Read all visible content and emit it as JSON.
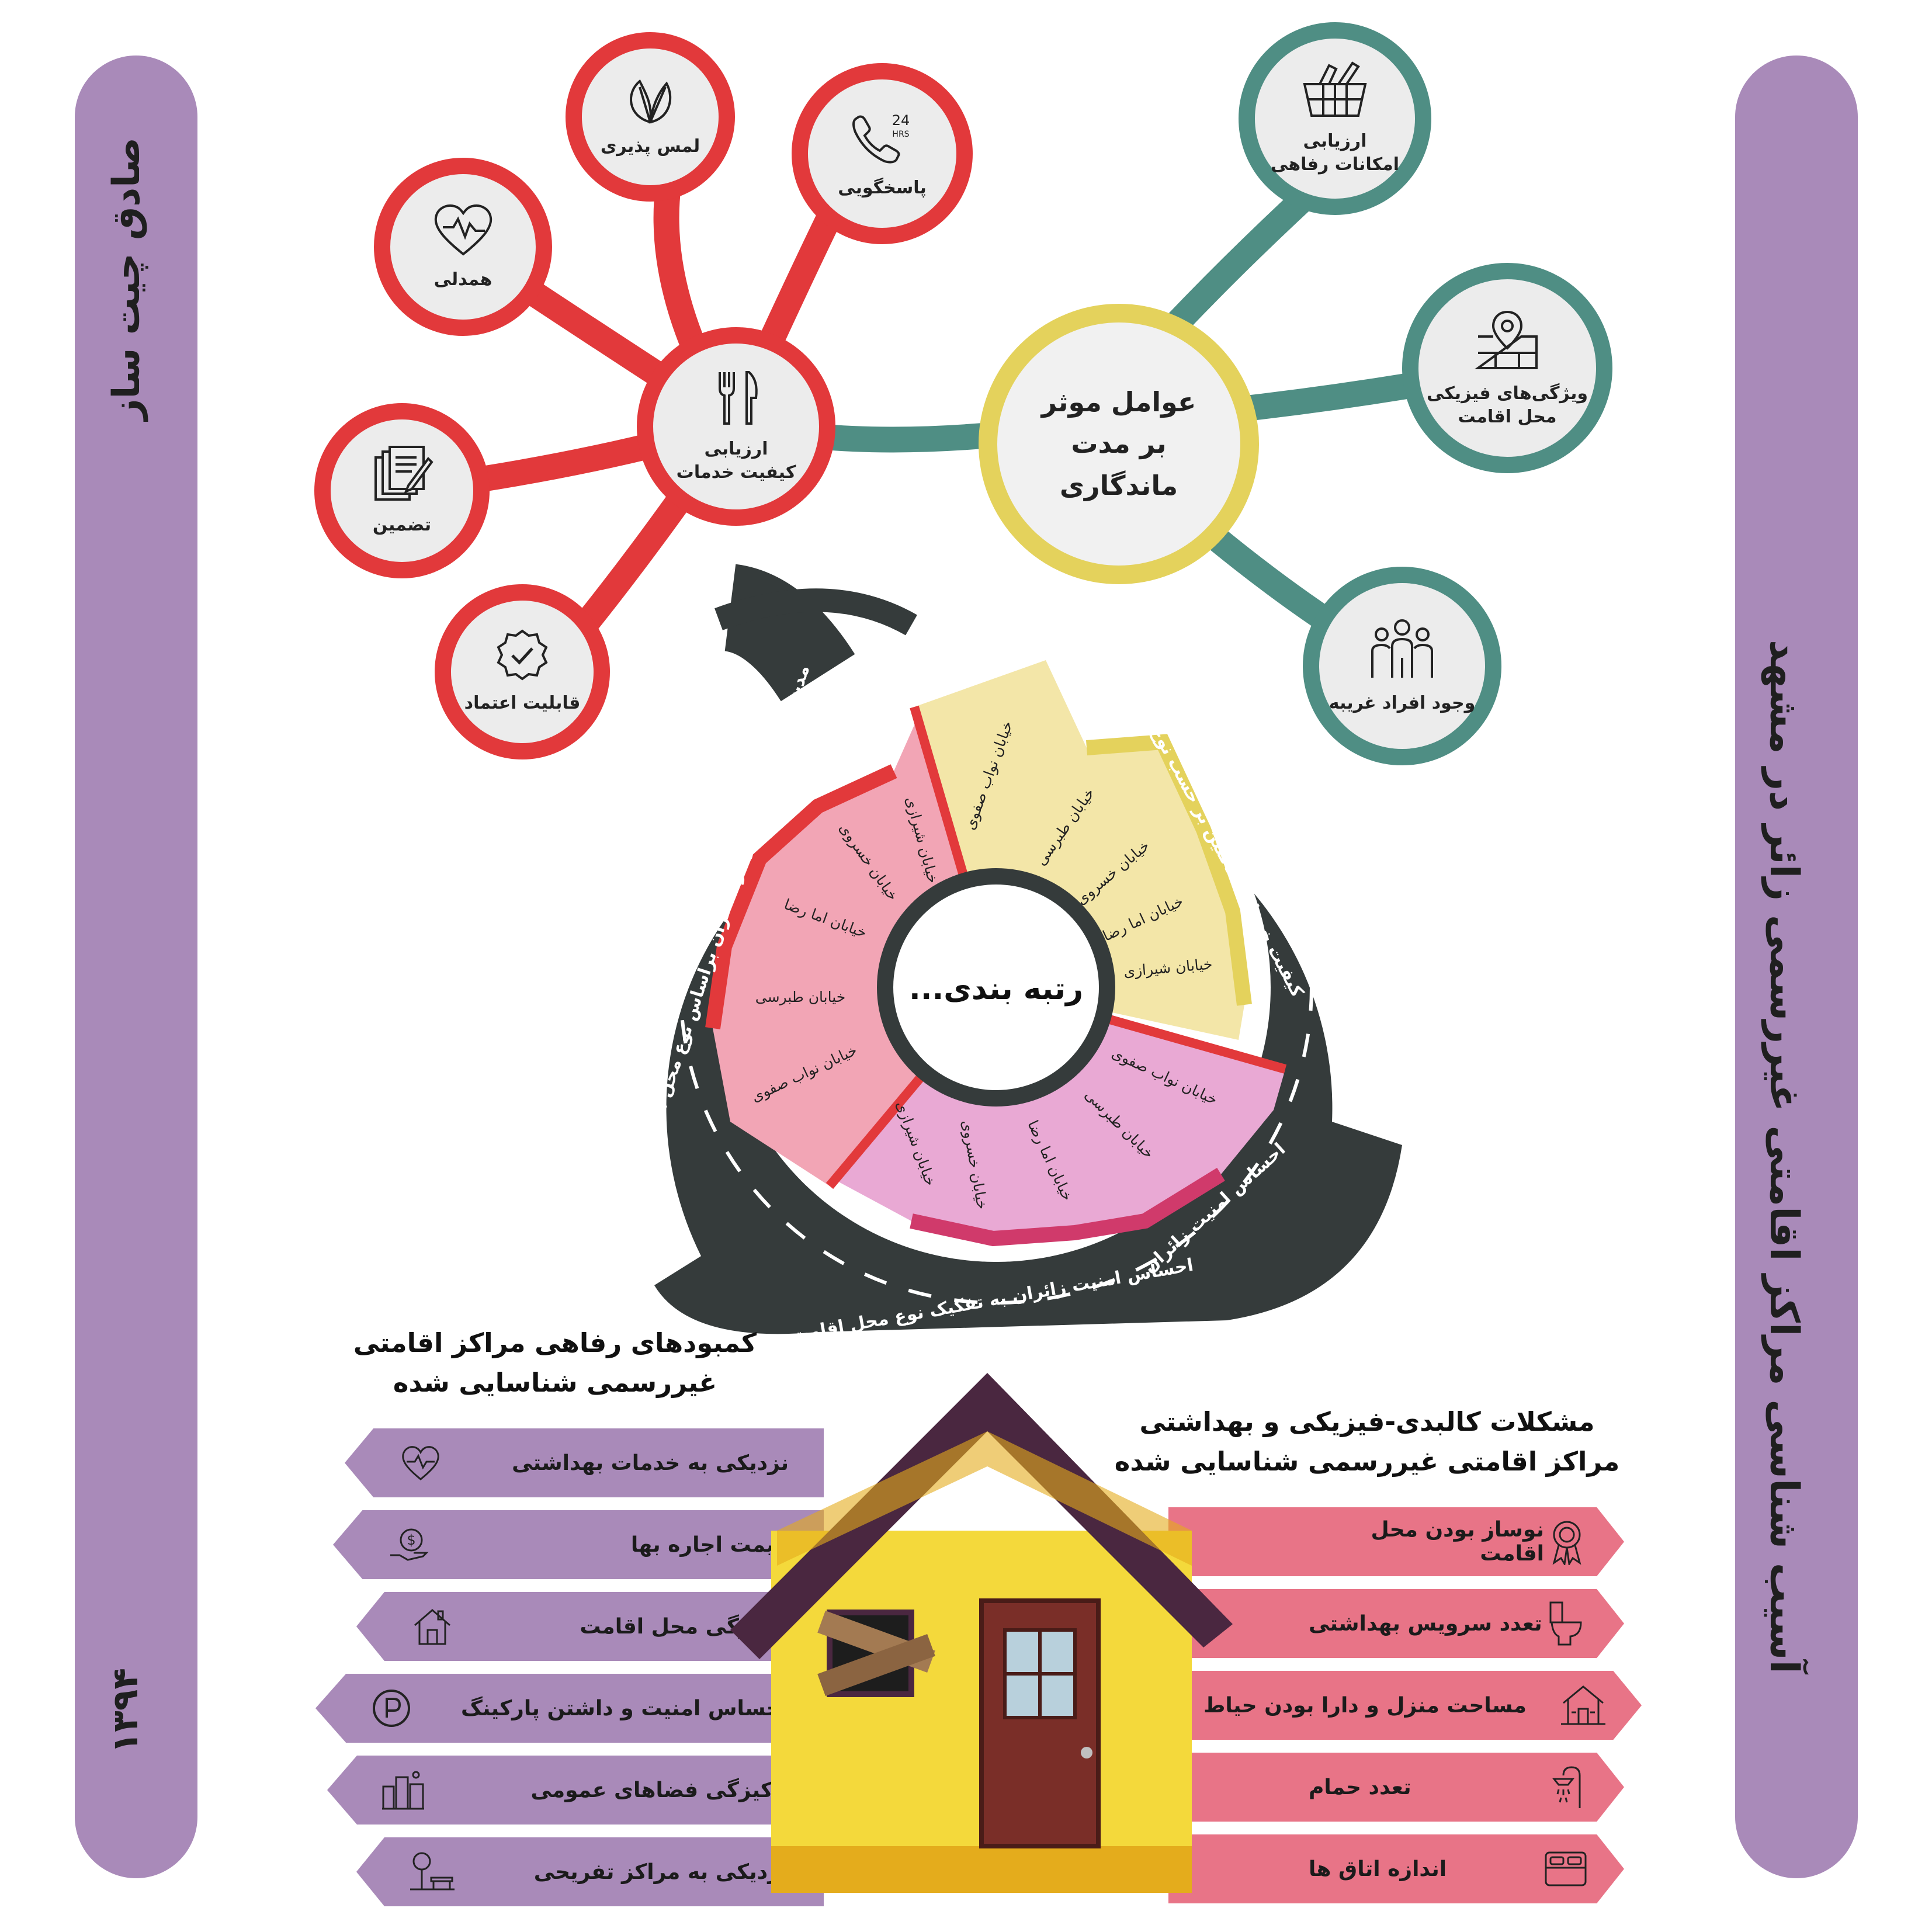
{
  "title": "آسیب شناسی مراکز اقامتی غیررسمی زائر در مشهد",
  "author": "صادق چیت ساز",
  "year": "۱۳۹۴",
  "mindmap": {
    "center": "عوامل موثر بر مدت ماندگاری",
    "red_hub": {
      "line1": "ارزیابی",
      "line2": "کیفیت خدمات"
    },
    "red_nodes": [
      {
        "label": "لمس پذیری",
        "icon": "leaf-icon"
      },
      {
        "label": "پاسخگویی",
        "icon": "phone-24hrs-icon"
      },
      {
        "label": "همدلی",
        "icon": "heart-icon"
      },
      {
        "label": "تضمین",
        "icon": "document-pen-icon"
      },
      {
        "label": "قابلیت اعتماد",
        "icon": "badge-check-icon"
      }
    ],
    "phone_badge": "24",
    "phone_badge_sub": "HRS",
    "teal_nodes": [
      {
        "line1": "ارزیابی",
        "line2": "امکانات رفاهی",
        "icon": "basket-icon"
      },
      {
        "line1": "ویژگی‌های فیزیکی",
        "line2": "محل اقامت",
        "icon": "map-pin-icon"
      },
      {
        "line1": "وجود افراد غریبه",
        "line2": "",
        "icon": "people-group-icon"
      }
    ]
  },
  "wheel": {
    "center_label": "رتبه بندی...",
    "road_labels": {
      "top": "کیفیت خدمات ساکنین بر حسب نوع محل اقامت",
      "left": "مدت ماندگاری زائران و گردشگران براساس نوع محل اقامت",
      "bottom_right": "احساس امنیت زائران",
      "bottom": "احساس امنیت زائران به تفکیک نوع محل اقامت"
    },
    "yellow_streets": [
      "خیابان نواب صفوی",
      "خیابان طبرسی",
      "خیابان خسروی",
      "خیابان اما رضا",
      "خیابان شیرازی"
    ],
    "pink_streets": [
      "خیابان شیرازی",
      "خیابان خسروی",
      "خیابان اما رضا",
      "خیابان طبرسی",
      "خیابان نواب صفوی"
    ],
    "purple_streets": [
      "خیابان نواب صفوی",
      "خیابان طبرسی",
      "خیابان اما رضا",
      "خیابان خسروی",
      "خیابان شیرازی"
    ]
  },
  "left_section": {
    "heading_line1": "کمبودهای رفاهی مراکز اقامتی",
    "heading_line2": "غیررسمی شناسایی شده",
    "items": [
      {
        "label": "نزدیکی به خدمات بهداشتی",
        "icon": "heart-pulse-icon"
      },
      {
        "label": "قیمت اجاره بها",
        "icon": "dollar-hand-icon"
      },
      {
        "label": "پاکیزگی محل اقامت",
        "icon": "house-icon"
      },
      {
        "label": "احساس امنیت و داشتن پارکینگ",
        "icon": "parking-icon"
      },
      {
        "label": "پاکیزگی فضاهای عمومی",
        "icon": "city-icon"
      },
      {
        "label": "نزدیکی به مراکز تفریحی",
        "icon": "park-bench-icon"
      }
    ]
  },
  "right_section": {
    "heading_line1": "مشکلات کالبدی-فیزیکی و بهداشتی",
    "heading_line2": "مراکز اقامتی غیررسمی شناسایی شده",
    "items": [
      {
        "label": "نوساز بودن محل اقامت",
        "icon": "award-ribbon-icon"
      },
      {
        "label": "تعدد سرویس بهداشتی",
        "icon": "toilet-icon"
      },
      {
        "label": "مساحت منزل و دارا بودن حیاط",
        "icon": "house-yard-icon"
      },
      {
        "label": "تعدد حمام",
        "icon": "shower-icon"
      },
      {
        "label": "اندازه اتاق ها",
        "icon": "bed-icon"
      }
    ]
  },
  "colors": {
    "purple": "#a98ab9",
    "red": "#e2393b",
    "teal": "#4f8e84",
    "yellow": "#e4d25c",
    "pink": "#e87487",
    "road": "#353b3b"
  }
}
